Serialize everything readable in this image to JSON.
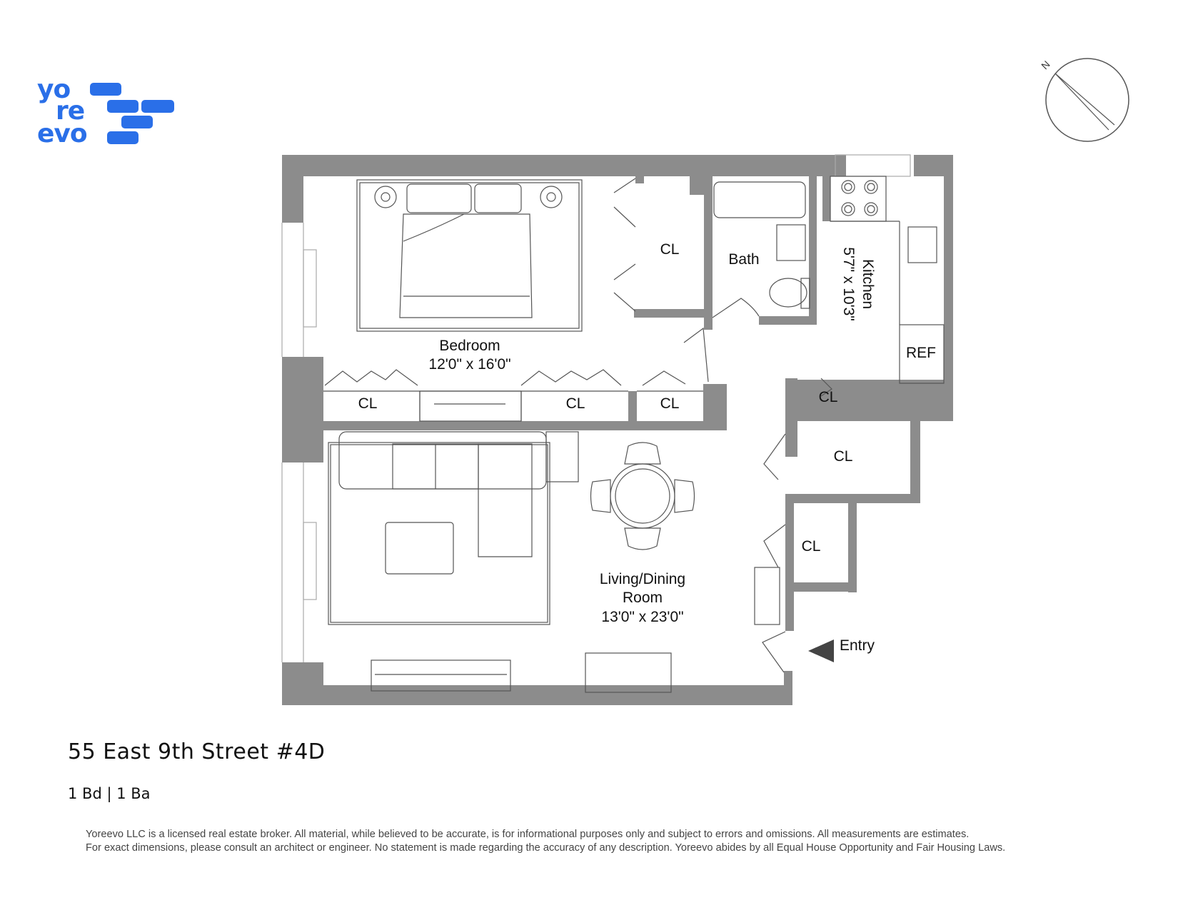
{
  "brand": {
    "logo_line1": "yo",
    "logo_line2": "re",
    "logo_line3": "evo",
    "color": "#2a6fe8"
  },
  "compass": {
    "label": "N"
  },
  "rooms": {
    "bedroom": {
      "name": "Bedroom",
      "dims": "12'0\" x 16'0\""
    },
    "bath": {
      "name": "Bath"
    },
    "kitchen": {
      "name": "Kitchen",
      "dims": "5'7\" x 10'3\""
    },
    "ref": {
      "name": "REF"
    },
    "living": {
      "name_line1": "Living/Dining",
      "name_line2": "Room",
      "dims": "13'0\" x 23'0\""
    },
    "closets": [
      "CL",
      "CL",
      "CL",
      "CL",
      "CL",
      "CL",
      "CL"
    ],
    "entry": "Entry"
  },
  "listing": {
    "address": "55 East 9th Street #4D",
    "summary": "1 Bd | 1 Ba"
  },
  "disclaimer": {
    "line1": "Yoreevo LLC is a licensed real estate broker. All material, while believed to be accurate, is for informational purposes only and subject to errors and omissions. All measurements are estimates.",
    "line2": "For exact dimensions, please consult an architect or engineer. No statement is made regarding the accuracy of any description. Yoreevo abides by all Equal House Opportunity and Fair Housing Laws."
  },
  "colors": {
    "wall": "#8c8c8c",
    "line": "#555555"
  }
}
